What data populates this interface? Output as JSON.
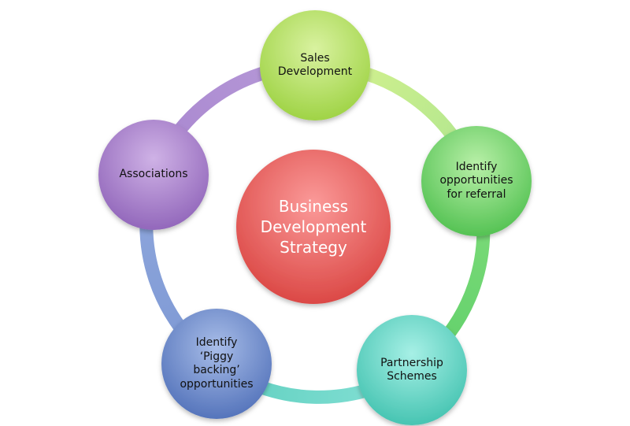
{
  "diagram": {
    "center": {
      "lines": [
        "Business",
        "Development",
        "Strategy"
      ]
    },
    "nodes": [
      {
        "id": "sales-development",
        "lines": [
          "Sales",
          "Development"
        ]
      },
      {
        "id": "identify-referral",
        "lines": [
          "Identify",
          "opportunities",
          "for referral"
        ]
      },
      {
        "id": "partnership-schemes",
        "lines": [
          "Partnership",
          "Schemes"
        ]
      },
      {
        "id": "piggy-backing",
        "lines": [
          "Identify",
          "‘Piggy",
          "backing’",
          "opportunities"
        ]
      },
      {
        "id": "associations",
        "lines": [
          "Associations"
        ]
      }
    ],
    "colors": {
      "center": [
        "#fb9a99",
        "#d9423f"
      ],
      "sales": [
        "#d9f2a0",
        "#9bd13f"
      ],
      "referral": [
        "#b9f0a8",
        "#4dbf4d"
      ],
      "partnership": [
        "#a7f0e6",
        "#3fc1ae"
      ],
      "piggy": [
        "#a8bde8",
        "#4f6fb8"
      ],
      "associations": [
        "#cfb2e6",
        "#8e62b8"
      ]
    }
  }
}
